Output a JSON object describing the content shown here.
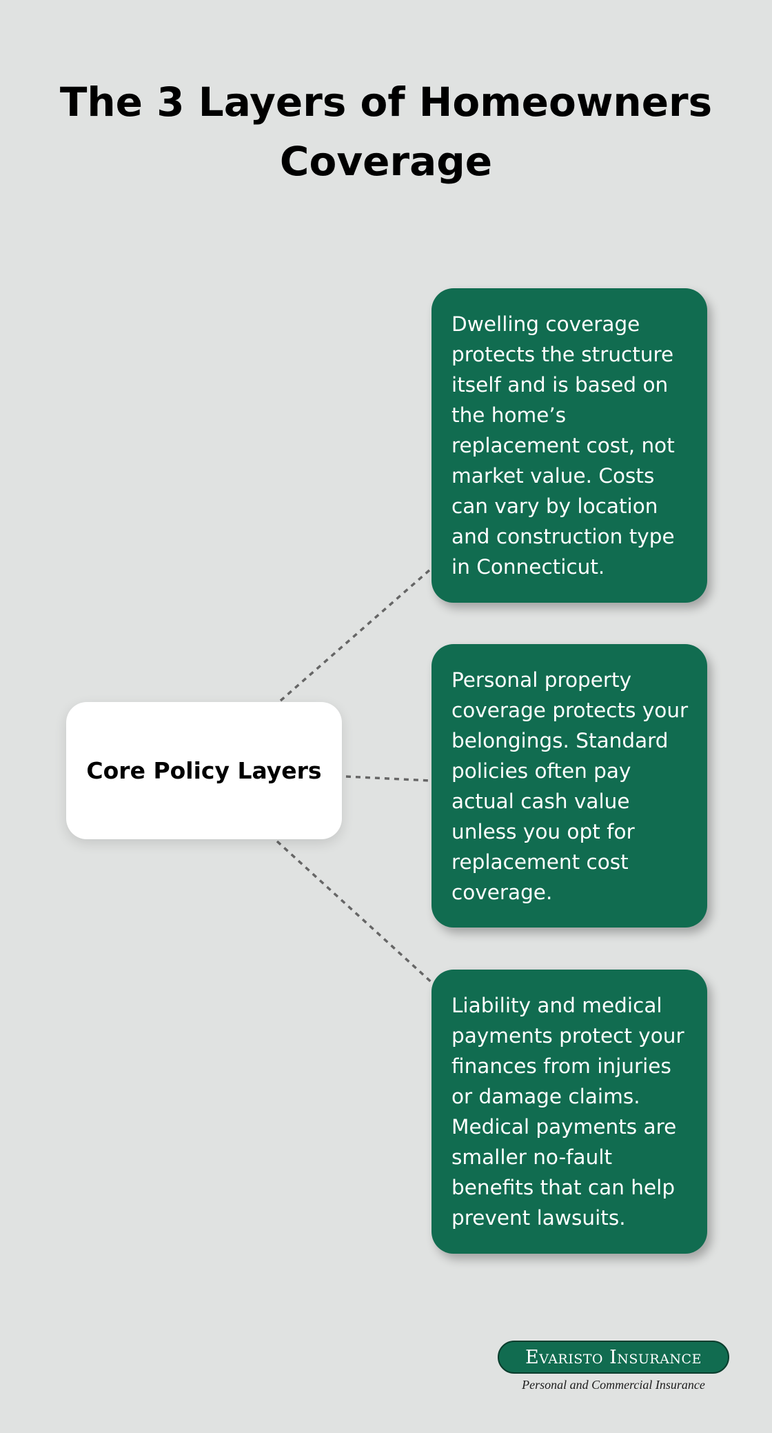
{
  "title": "The 3 Layers of Homeowners Coverage",
  "center_node": {
    "label": "Core Policy Layers"
  },
  "coverage_cards": [
    {
      "text": "Dwelling coverage protects the structure itself and is based on the home’s replacement cost, not market value. Costs can vary by location and construction type in Connecticut."
    },
    {
      "text": "Personal property coverage protects your belongings. Standard policies often pay actual cash value unless you opt for replacement cost coverage."
    },
    {
      "text": "Liability and medical payments protect your finances from injuries or damage claims. Medical payments are smaller no-fault benefits that can help prevent lawsuits."
    }
  ],
  "logo": {
    "name": "Evaristo Insurance",
    "tagline": "Personal and Commercial Insurance"
  },
  "colors": {
    "background": "#e0e2e1",
    "card": "#116c50",
    "center_box": "#ffffff",
    "connector": "#666666"
  }
}
